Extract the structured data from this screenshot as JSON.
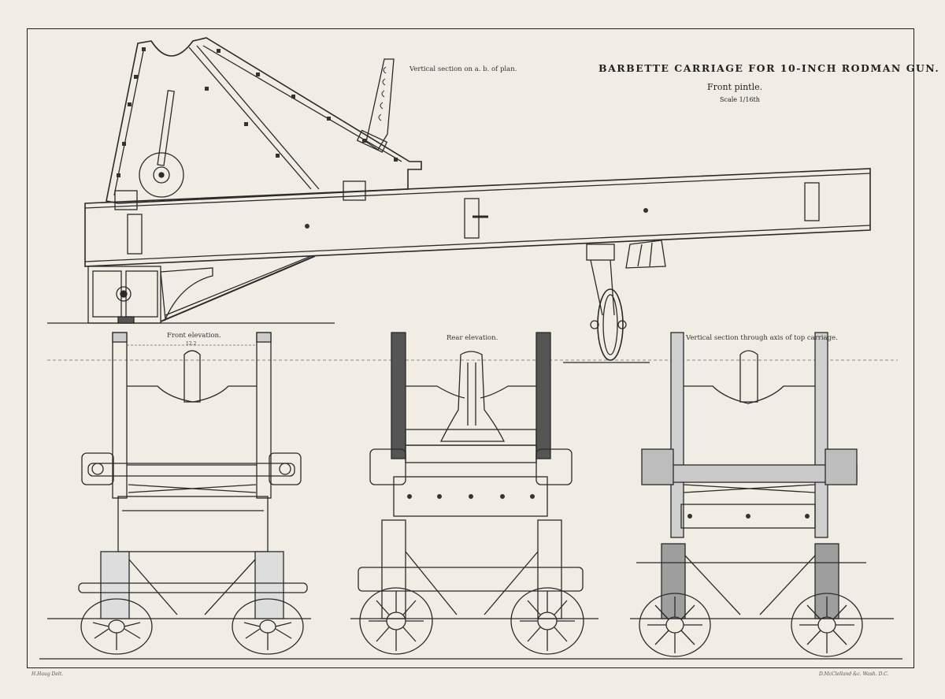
{
  "plate": {
    "title": "BARBETTE CARRIAGE FOR 10-INCH RODMAN GUN.",
    "subtitle": "Front pintle.",
    "scale": "Scale 1/16th"
  },
  "views": {
    "side_section": "Vertical section on a. b. of plan.",
    "front_elevation": "Front elevation.",
    "front_dimension": "12.2",
    "rear_elevation": "Rear elevation.",
    "vertical_section": "Vertical section through axis of top carriage."
  },
  "credits": {
    "left": "H.Haug Delt.",
    "right": "D.McClelland &c. Wash. D.C."
  }
}
